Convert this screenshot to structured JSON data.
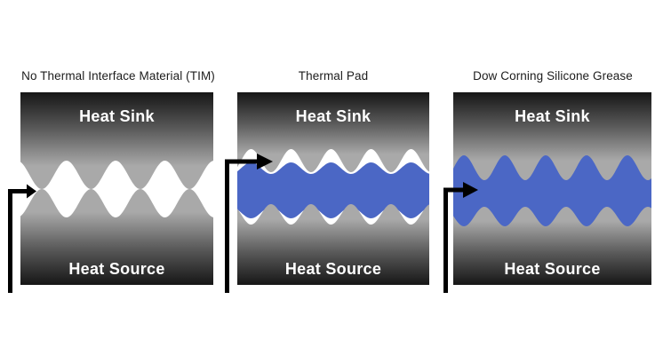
{
  "figure": {
    "type": "comparison-diagram",
    "subject": "Thermal interface material comparison",
    "panels": [
      {
        "title": "No Thermal Interface Material (TIM)",
        "sink_label": "Heat Sink",
        "source_label": "Heat Source"
      },
      {
        "title": "Thermal Pad",
        "sink_label": "Heat Sink",
        "source_label": "Heat Source"
      },
      {
        "title": "Dow Corning Silicone Grease",
        "sink_label": "Heat Sink",
        "source_label": "Heat Source"
      }
    ],
    "colors": {
      "background": "#ffffff",
      "tim_blue": "#4b67c5",
      "block_gradient_dark": "#161616",
      "block_gradient_mid": "#5a5a5a",
      "block_gradient_light": "#a9a9a9",
      "air_gap_white": "#ffffff",
      "arrow": "#000000",
      "title_text": "#1c1c1c",
      "block_label_text": "#ffffff"
    }
  }
}
